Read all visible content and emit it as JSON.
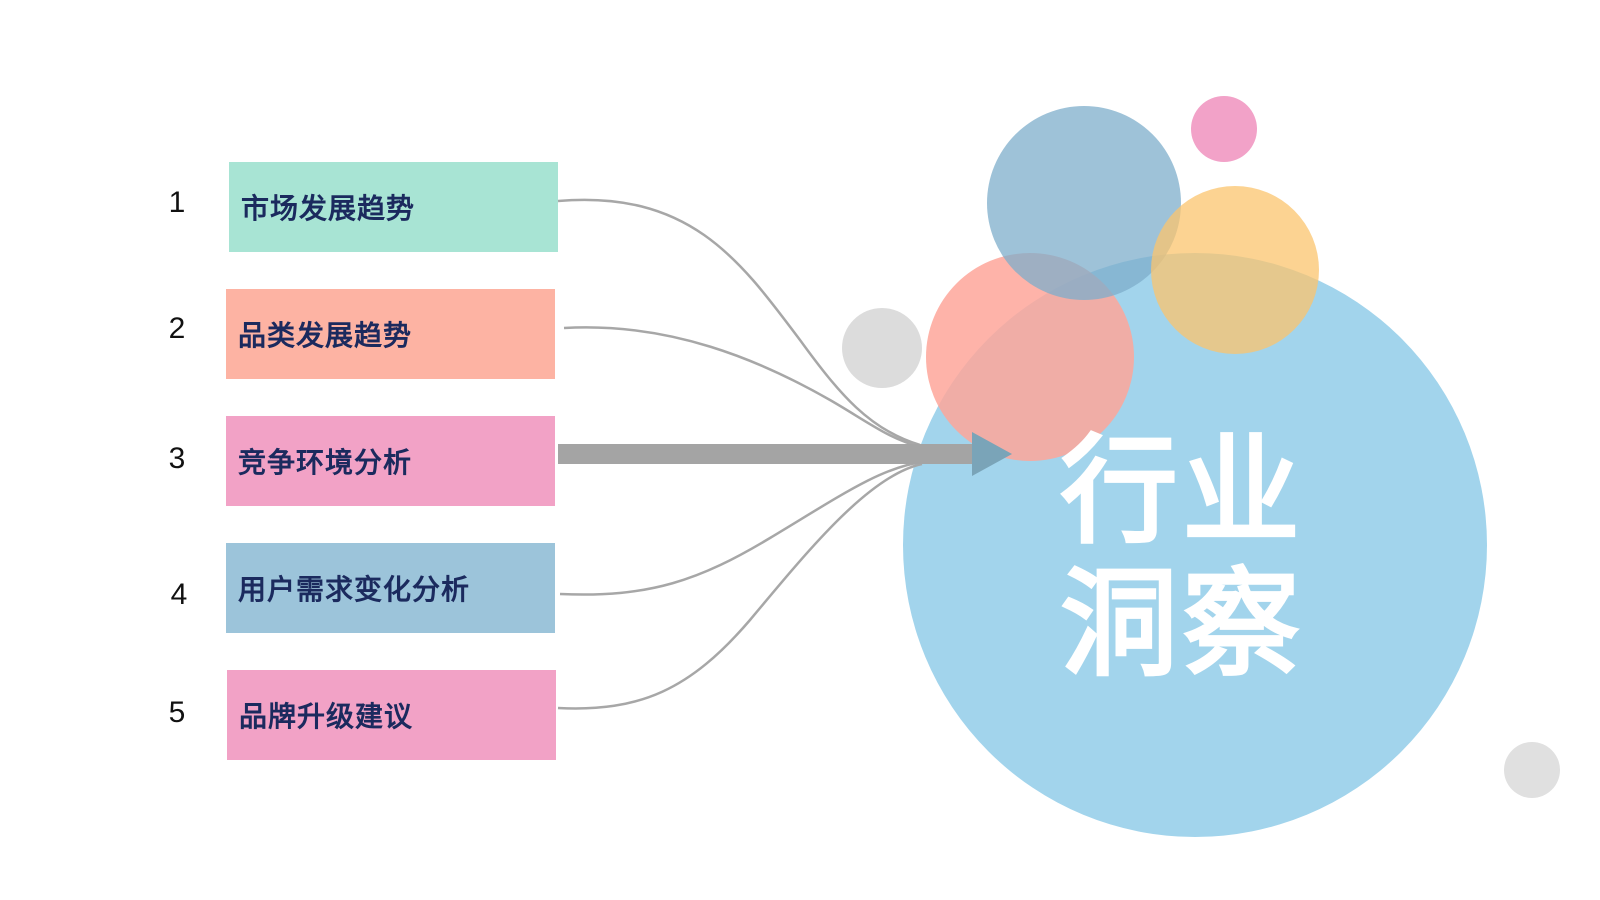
{
  "items": [
    {
      "number": "1",
      "label": "市场发展趋势",
      "color": "#a8e4d4"
    },
    {
      "number": "2",
      "label": "品类发展趋势",
      "color": "#fdb3a3"
    },
    {
      "number": "3",
      "label": "竞争环境分析",
      "color": "#f2a2c6"
    },
    {
      "number": "4",
      "label": "用户需求变化分析",
      "color": "#9cc4da"
    },
    {
      "number": "5",
      "label": "品牌升级建议",
      "color": "#f2a2c6"
    }
  ],
  "hub": {
    "line1": "行业",
    "line2": "洞察",
    "color": "#a2d4ec"
  },
  "colors": {
    "connector": "#a7a7a7",
    "arrow": "#a4a4a4",
    "bubble_blue": "#8ab8d2",
    "bubble_pink": "#f2a2c8",
    "bubble_yellow": "#fbcd82",
    "bubble_salmon": "#fea69a",
    "bubble_gray": "#e0e0e0"
  }
}
